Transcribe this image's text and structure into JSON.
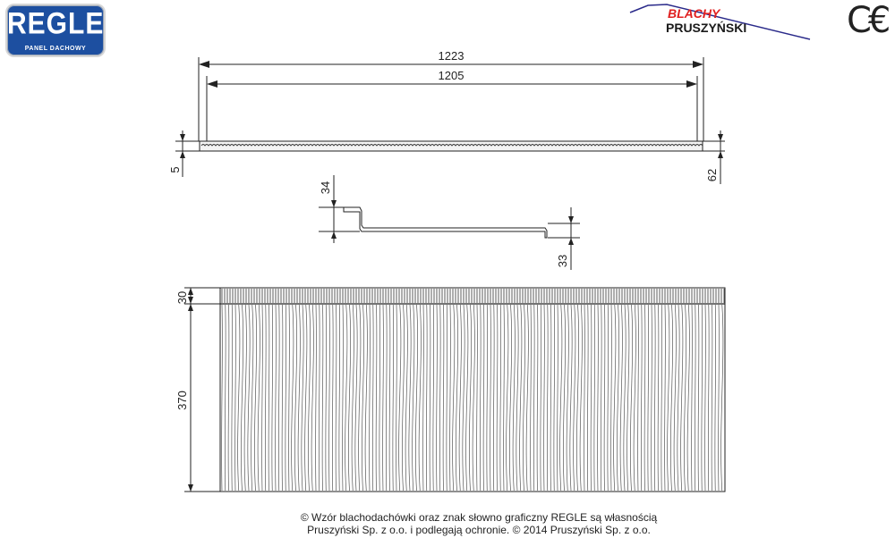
{
  "logo": {
    "word": "REGLE",
    "subtitle": "PANEL DACHOWY",
    "brand_color": "#1d4fa0"
  },
  "brand": {
    "line1": "BLACHY",
    "line2": "PRUSZYŃSKI",
    "line1_color": "#e02020",
    "line2_color": "#1a1a1a"
  },
  "ce": "C€",
  "dimensions": {
    "overall_width": "1223",
    "effective_width": "1205",
    "top_thickness": "5",
    "right_height": "62",
    "step_height": "34",
    "edge_drop": "33",
    "front_top": "30",
    "front_height": "370"
  },
  "copyright": {
    "line1": "© Wzór blachodachówki oraz znak słowno graficzny REGLE są własnością",
    "line2": "Pruszyński Sp. z o.o.  i podlegają ochronie. © 2014 Pruszyński Sp. z o.o."
  }
}
